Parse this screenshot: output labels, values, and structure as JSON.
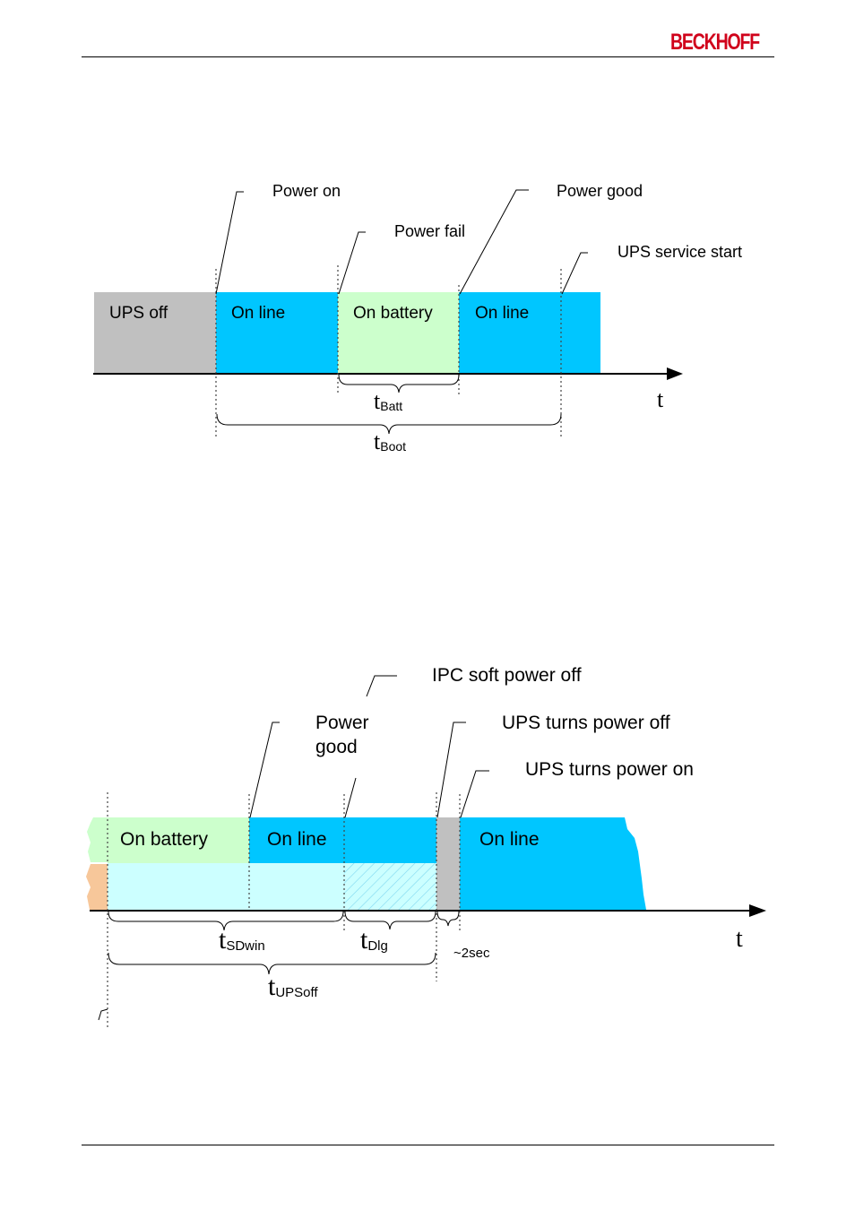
{
  "header": {
    "logo_text": "BECKHOFF"
  },
  "diagram1": {
    "annotations": {
      "power_on": "Power on",
      "power_fail": "Power fail",
      "power_good": "Power good",
      "ups_service_start": "UPS service start"
    },
    "segments": {
      "ups_off": "UPS off",
      "on_line_1": "On line",
      "on_battery": "On battery",
      "on_line_2": "On line"
    },
    "axis_label": "t",
    "spans": {
      "batt": {
        "base": "t",
        "sub": "Batt"
      },
      "boot": {
        "base": "t",
        "sub": "Boot"
      }
    }
  },
  "diagram2": {
    "annotations": {
      "ipc_soft_power_off": "IPC soft power off",
      "power_good_line1": "Power",
      "power_good_line2": "good",
      "ups_turns_power_off": "UPS turns power off",
      "ups_turns_power_on": "UPS turns power on"
    },
    "segments": {
      "on_battery": "On battery",
      "on_line_1": "On line",
      "on_line_2": "On line"
    },
    "axis_label": "t",
    "spans": {
      "sdwin": {
        "base": "t",
        "sub": "SDwin"
      },
      "dlg": {
        "base": "t",
        "sub": "Dlg"
      },
      "two_sec": "~2sec",
      "upsoff": {
        "base": "t",
        "sub": "UPSoff"
      }
    }
  },
  "colors": {
    "logo_red": "#d0021b",
    "online_blue": "#00c6ff",
    "battery_green": "#ccffcc",
    "off_gray": "#c0c0c0",
    "pale_cyan": "#ccffff",
    "orange": "#f7c79a"
  }
}
